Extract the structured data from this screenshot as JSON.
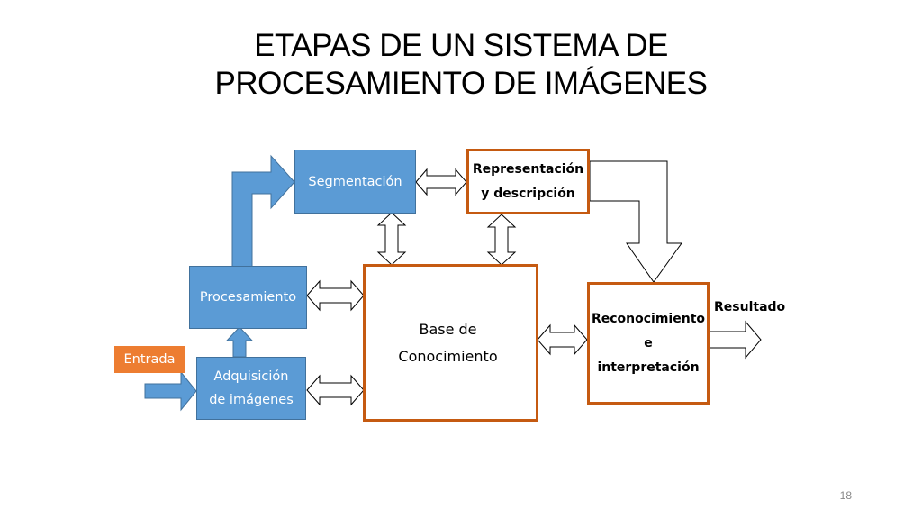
{
  "title": {
    "line1": "ETAPAS DE UN SISTEMA DE",
    "line2": "PROCESAMIENTO DE IMÁGENES"
  },
  "nodes": {
    "segmentacion": "Segmentación",
    "representacion": [
      "Representación",
      "y descripción"
    ],
    "procesamiento": "Procesamiento",
    "base": [
      "Base de",
      "Conocimiento"
    ],
    "reconocimiento": [
      "Reconocimiento",
      "e",
      "interpretación"
    ],
    "adquisicion": [
      "Adquisición",
      "de imágenes"
    ],
    "entrada": "Entrada",
    "resultado": "Resultado"
  },
  "colors": {
    "stage_blue": "#5b9bd5",
    "border_orange": "#c55a11",
    "entrada_orange": "#ed7d31"
  },
  "page_number": "18"
}
